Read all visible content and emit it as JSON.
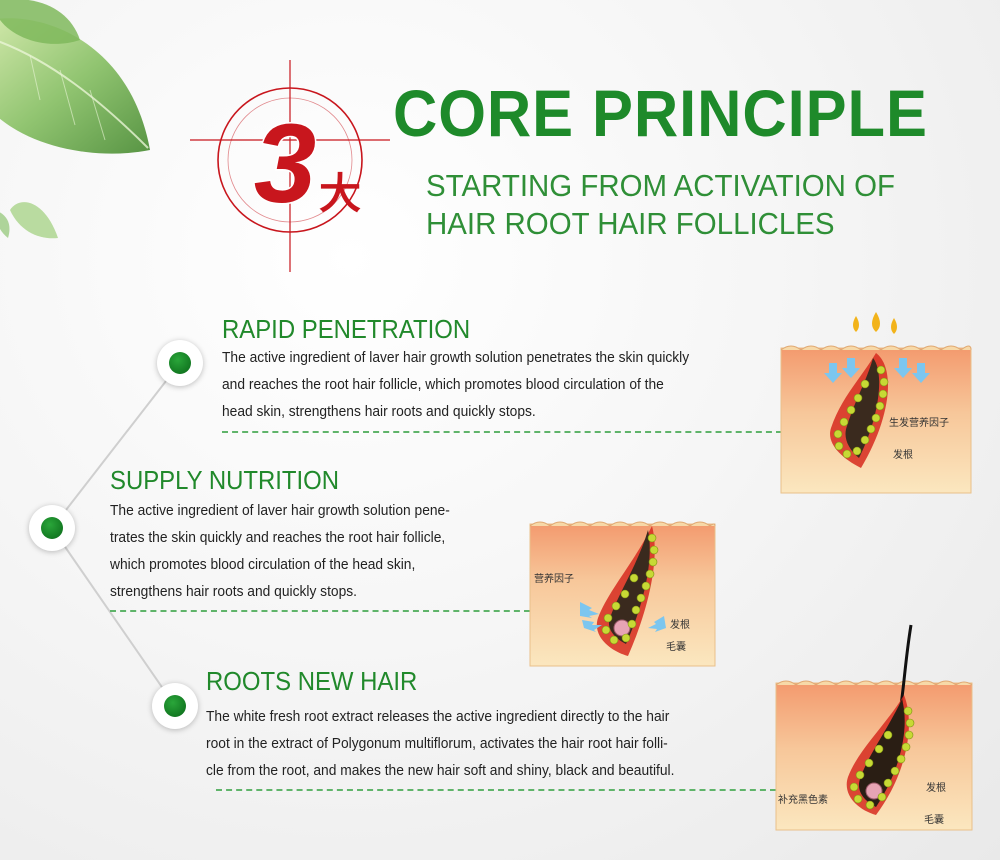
{
  "header": {
    "badge_number": "3",
    "badge_char": "大",
    "title": "CORE PRINCIPLE",
    "subtitle_line1": "STARTING FROM ACTIVATION OF",
    "subtitle_line2": "HAIR ROOT HAIR FOLLICLES"
  },
  "sections": [
    {
      "title": "RAPID PENETRATION",
      "body": [
        "The active ingredient of laver hair growth solution penetrates the skin quickly",
        "and reaches the root hair follicle, which promotes blood circulation of the",
        "head skin, strengthens hair roots and quickly stops."
      ],
      "labels": [
        "生发营养因子",
        "发根"
      ]
    },
    {
      "title": "SUPPLY NUTRITION",
      "body": [
        "The active ingredient of laver hair growth solution pene-",
        "trates the skin quickly and reaches the root hair follicle,",
        "which promotes blood circulation of the head skin,",
        "strengthens hair roots and quickly stops."
      ],
      "labels": [
        "营养因子",
        "发根",
        "毛囊"
      ]
    },
    {
      "title": "ROOTS NEW HAIR",
      "body": [
        "The white fresh root extract releases the active ingredient directly to the hair",
        "root in the extract of Polygonum multiflorum, activates the hair root hair folli-",
        "cle from the root, and makes the new hair soft and shiny, black and beautiful."
      ],
      "labels": [
        "补充黑色素",
        "发根",
        "毛囊"
      ]
    }
  ],
  "colors": {
    "title_green": "#1e8a2a",
    "badge_red": "#c8161d",
    "dot_green": "#137a22",
    "separator": "#5fb46a"
  },
  "icons": [
    "leaf-icon",
    "target-circle-icon",
    "green-dot-icon"
  ]
}
